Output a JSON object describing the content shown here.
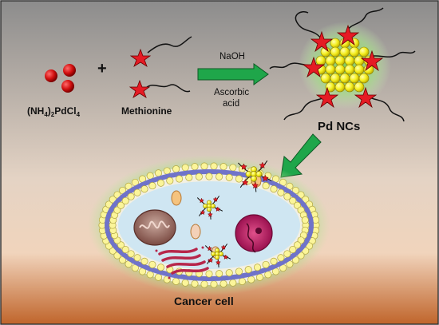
{
  "labels": {
    "pd_salt": "(NH4)2PdCl4",
    "methionine": "Methionine",
    "plus": "+",
    "reagent_top": "NaOH",
    "reagent_bottom_1": "Ascorbic",
    "reagent_bottom_2": "acid",
    "product": "Pd NCs",
    "cell": "Cancer cell"
  },
  "colors": {
    "background_top": "#8f8f8f",
    "background_bottom": "#c7743a",
    "arrow_green": "#1fa64a",
    "nanocluster_yellow": "#f3ef1a",
    "star_red": "#e51b24",
    "halo_green": "#8fd16a",
    "membrane_blue": "#6f73c9"
  }
}
